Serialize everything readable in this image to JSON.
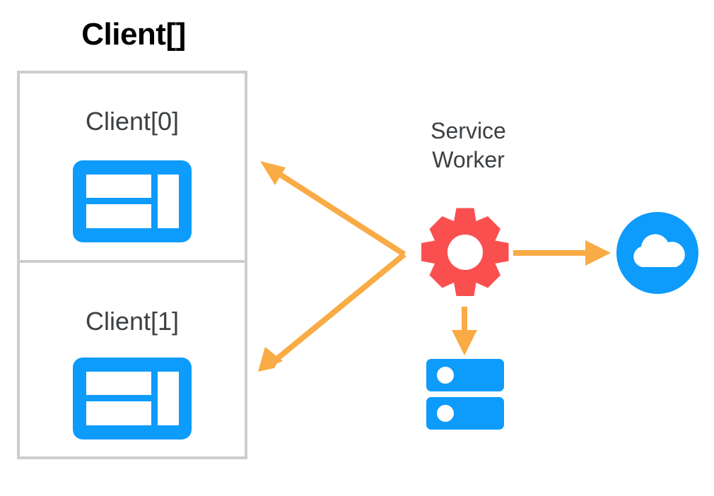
{
  "diagram": {
    "title": "Client[] and Service Worker architecture",
    "background": "#ffffff",
    "colors": {
      "blue": "#0d9bfc",
      "red": "#f9504f",
      "orange": "#f9ab45",
      "border_gray": "#cdcdcd",
      "text_dark": "#3c4043",
      "text_black": "#000000"
    }
  },
  "client_group": {
    "title": "Client[]",
    "clients": [
      {
        "label": "Client[0]",
        "icon": "browser-window-icon"
      },
      {
        "label": "Client[1]",
        "icon": "browser-window-icon"
      }
    ]
  },
  "service_worker": {
    "title_line1": "Service",
    "title_line2": "Worker",
    "icon": "gear-icon"
  },
  "network": {
    "label": "",
    "icon": "cloud-icon"
  },
  "storage": {
    "label": "",
    "icon": "database-server-icon",
    "bars": 2
  },
  "arrows": [
    {
      "name": "service-worker-to-client-0",
      "from": "service-worker",
      "to": "client-0",
      "direction": "up-left",
      "color": "#f9ab45"
    },
    {
      "name": "service-worker-to-client-1",
      "from": "service-worker",
      "to": "client-1",
      "direction": "down-left",
      "color": "#f9ab45"
    },
    {
      "name": "service-worker-to-cloud",
      "from": "service-worker",
      "to": "cloud",
      "direction": "right",
      "color": "#f9ab45"
    },
    {
      "name": "service-worker-to-storage",
      "from": "service-worker",
      "to": "storage",
      "direction": "down",
      "color": "#f9ab45"
    }
  ]
}
